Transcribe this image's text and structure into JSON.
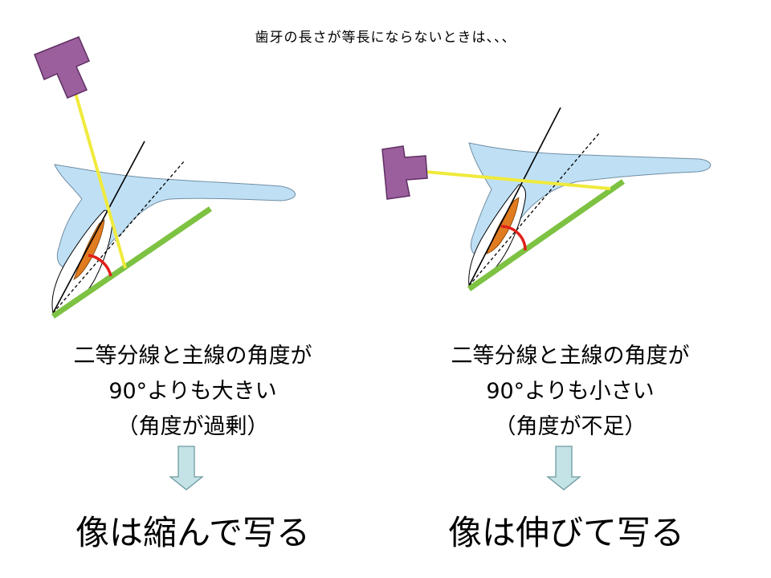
{
  "title": "歯牙の長さが等長にならないときは、、、",
  "left": {
    "caption_line1": "二等分線と主線の角度が",
    "caption_line2": "90°よりも大きい",
    "caption_line3": "（角度が過剰）",
    "result": "像は縮んで写る"
  },
  "right": {
    "caption_line1": "二等分線と主線の角度が",
    "caption_line2": "90°よりも小さい",
    "caption_line3": "（角度が不足）",
    "result": "像は伸びて写る"
  },
  "colors": {
    "tube": "#9b5f9e",
    "beam": "#f0ea3c",
    "film": "#7dc242",
    "bone": "#bfe0f4",
    "pulp": "#e07b1f",
    "angle_arc": "#e0201a",
    "arrow": "#c4e3e6"
  },
  "icons": {
    "tube": "xray-tube-icon",
    "arrow": "down-arrow-icon"
  }
}
